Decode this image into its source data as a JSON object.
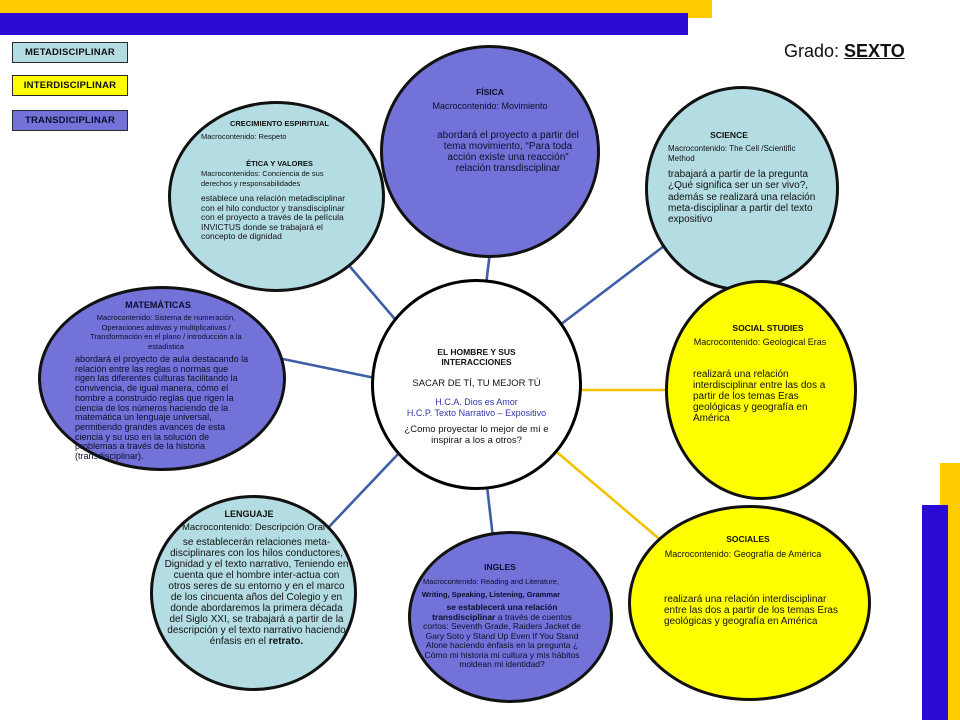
{
  "colors": {
    "metadisciplinar": "#b4dde3",
    "interdisciplinar": "#ffff00",
    "transdisciplinar": "#7272d8",
    "bar_blue": "#2b0bd3",
    "bar_gold": "#ffcc00",
    "link_blue": "#3e5ea8",
    "link_gold": "#f2c200",
    "hub_highlight": "#3535a8"
  },
  "legend": [
    {
      "label": "METADISCIPLINAR"
    },
    {
      "label": "INTERDISCIPLINAR"
    },
    {
      "label": "TRANSDICIPLINAR"
    }
  ],
  "grade": {
    "label": "Grado:",
    "value": "SEXTO"
  },
  "hub": {
    "title": "EL HOMBRE Y SUS INTERACCIONES",
    "motto": "SACAR DE TÍ, TU MEJOR TÚ",
    "hca": "H.C.A. Dios es Amor",
    "hcp": "H.C.P. Texto Narrativo – Expositivo",
    "question": "¿Como proyectar lo mejor de mí e inspirar a los a otros?"
  },
  "nodes": {
    "crecimiento": {
      "title": "CRECIMIENTO ESPIRITUAL",
      "macro": "Macrocontenido: Respeto",
      "subtitle": "ÉTICA Y VALORES",
      "submacro": "Macrocontenidos: Conciencia de sus derechos y responsabilidades",
      "body": "establece una relación metadisciplinar con el hilo conductor y transdisciplinar con el proyecto a través de la película INVICTUS donde se trabajará el concepto de dignidad"
    },
    "fisica": {
      "title": "FÍSICA",
      "macro": "Macrocontenido: Movimiento",
      "body": "abordará el proyecto a partir del tema movimiento, “Para toda acción existe una reacción” relación transdisciplinar"
    },
    "science": {
      "title": "SCIENCE",
      "macro": "Macrocontenido: The Cell /Scientific Method",
      "body": "trabajará a partir de la pregunta ¿Qué significa ser un ser vivo?, además se realizará una relación meta-disciplinar a partir del texto expositivo"
    },
    "social_studies": {
      "title": "SOCIAL STUDIES",
      "macro": "Macrocontenido: Geological Eras",
      "body": "realizará una relación interdisciplinar entre las dos a partir de los temas Eras geológicas y geografía en América"
    },
    "sociales": {
      "title": "SOCIALES",
      "macro": "Macrocontenido: Geografía de América",
      "body": "realizará una relación interdisciplinar entre las dos a partir de los temas Eras geológicas y geografía en América"
    },
    "ingles": {
      "title": "INGLES",
      "macro": "Macrocontenido: Reading and Literature,",
      "macro2": "Writing, Speaking, Listening, Grammar",
      "body_lead": "se establecerá una relación transdisciplinar",
      "body": "a través de cuentos cortos: Seventh Grade, Raiders Jacket de Gary Soto y Stand Up Even If You Stand Alone haciendo énfasis en la pregunta ¿ Cómo mi historia mi cultura y mis hábitos moldean mi identidad?"
    },
    "lenguaje": {
      "title": "LENGUAJE",
      "macro": "Macrocontenido: Descripción Oral",
      "body": "se establecerán relaciones meta-disciplinares con los hilos conductores, Dignidad y el texto narrativo, Teniendo en cuenta que el hombre inter-actua con otros seres de su entorno y en el marco de los cincuenta años del Colegio y en donde abordaremos la primera década del Siglo XXI, se trabajará a partir de la descripción y el texto narrativo haciendo énfasis en el",
      "body_bold": "retrato."
    },
    "matematicas": {
      "title": "MATEMÁTICAS",
      "macro": "Macrocontenido: Sistema de numeración, Operaciones aditivas y multiplicativas / Transformación en el plano / introducción a la estadística",
      "body": "abordará el proyecto de aula destacando la relación entre las reglas o normas que rigen las diferentes culturas facilitando la convivencia, de igual manera, cómo el hombre a construido reglas que rigen la ciencia de los números haciendo de la matemática un lenguaje universal, permitiendo grandes avances de esta ciencia y su uso en la solución de problemas a través de la historia (transdisciplinar)."
    }
  }
}
